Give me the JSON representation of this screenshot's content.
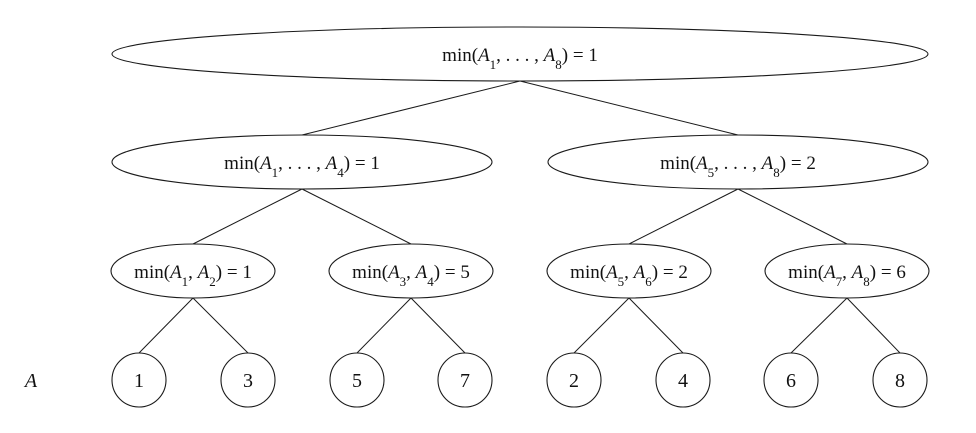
{
  "array_label": "A",
  "root": {
    "func": "min",
    "args": [
      {
        "v": "A",
        "s": "1"
      },
      {
        "t": ", . . . , "
      },
      {
        "v": "A",
        "s": "8"
      }
    ],
    "result": "1"
  },
  "level1": [
    {
      "func": "min",
      "args": [
        {
          "v": "A",
          "s": "1"
        },
        {
          "t": ", . . . , "
        },
        {
          "v": "A",
          "s": "4"
        }
      ],
      "result": "1"
    },
    {
      "func": "min",
      "args": [
        {
          "v": "A",
          "s": "5"
        },
        {
          "t": ", . . . , "
        },
        {
          "v": "A",
          "s": "8"
        }
      ],
      "result": "2"
    }
  ],
  "level2": [
    {
      "func": "min",
      "args": [
        {
          "v": "A",
          "s": "1"
        },
        {
          "t": ", "
        },
        {
          "v": "A",
          "s": "2"
        }
      ],
      "result": "1"
    },
    {
      "func": "min",
      "args": [
        {
          "v": "A",
          "s": "3"
        },
        {
          "t": ", "
        },
        {
          "v": "A",
          "s": "4"
        }
      ],
      "result": "5"
    },
    {
      "func": "min",
      "args": [
        {
          "v": "A",
          "s": "5"
        },
        {
          "t": ", "
        },
        {
          "v": "A",
          "s": "6"
        }
      ],
      "result": "2"
    },
    {
      "func": "min",
      "args": [
        {
          "v": "A",
          "s": "7"
        },
        {
          "t": ", "
        },
        {
          "v": "A",
          "s": "8"
        }
      ],
      "result": "6"
    }
  ],
  "leaves": [
    "1",
    "3",
    "5",
    "7",
    "2",
    "4",
    "6",
    "8"
  ]
}
